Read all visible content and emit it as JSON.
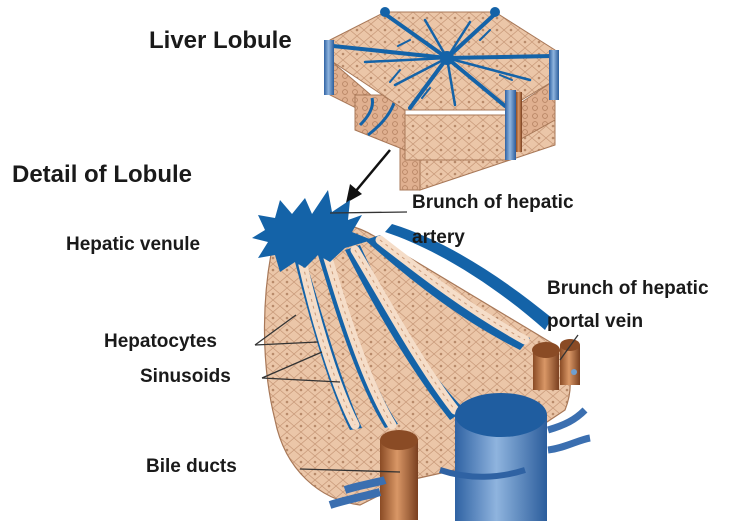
{
  "titles": {
    "top": "Liver Lobule",
    "detail": "Detail of Lobule"
  },
  "labels": {
    "hepatic_venule": "Hepatic venule",
    "artery_line1": "Brunch of hepatic",
    "artery_line2": "artery",
    "portal_line1": "Brunch of hepatic",
    "portal_line2": "portal vein",
    "hepatocytes": "Hepatocytes",
    "sinusoids": "Sinusoids",
    "bile_ducts": "Bile ducts"
  },
  "colors": {
    "tissue": "#e9c2a4",
    "tissue_dark": "#c99a7a",
    "cell_line": "#b88a6a",
    "vessel_blue": "#1463a8",
    "vessel_light": "#6f9fd0",
    "bile_brown": "#9a5a2e"
  }
}
